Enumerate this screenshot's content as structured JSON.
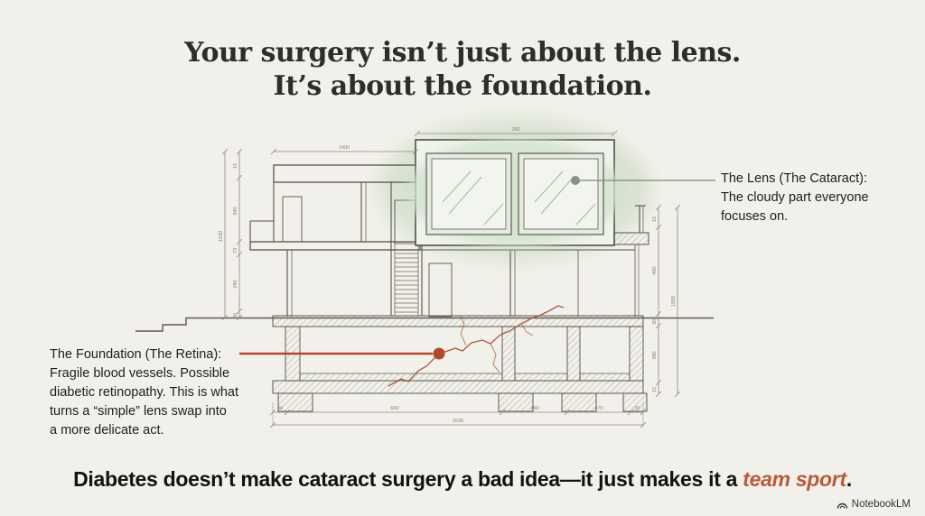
{
  "title": {
    "line1": "Your surgery isn’t just about the lens.",
    "line2": "It’s about the foundation."
  },
  "callouts": {
    "lens": {
      "lines": [
        "The Lens (The Cataract):",
        "The cloudy part everyone",
        "focuses on."
      ]
    },
    "foundation": {
      "lines": [
        "The Foundation (The Retina):",
        "Fragile blood vessels. Possible",
        "diabetic retinopathy. This is what",
        "turns a “simple” lens swap into",
        "a more delicate act."
      ]
    }
  },
  "footer": {
    "statement_before": "Diabetes doesn’t make cataract surgery a bad idea—it just makes it a ",
    "statement_highlight": "team sport",
    "statement_after": ".",
    "watermark": "NotebookLM"
  },
  "diagram": {
    "dimensions": {
      "top_lens": "260",
      "top_roof": "1400",
      "left_overall": "1530",
      "left_segments": [
        "15",
        "340",
        "73",
        "280",
        "30"
      ],
      "right_overall": "1500",
      "right_segments": [
        "15",
        "460",
        "30",
        "380",
        "15"
      ],
      "bottom_total": "2030",
      "bottom_segments": [
        "30",
        "660",
        "460",
        "470",
        "30"
      ]
    },
    "colors": {
      "background": "#f2f0ea",
      "ink": "#2e2d29",
      "drafting_line": "#55544c",
      "glow_green": "#c2d8bc",
      "crack_red": "#a04a2d",
      "leader_red": "#b2482c",
      "leader_gray": "#7f8774",
      "highlight_text": "#b85a3c"
    }
  }
}
